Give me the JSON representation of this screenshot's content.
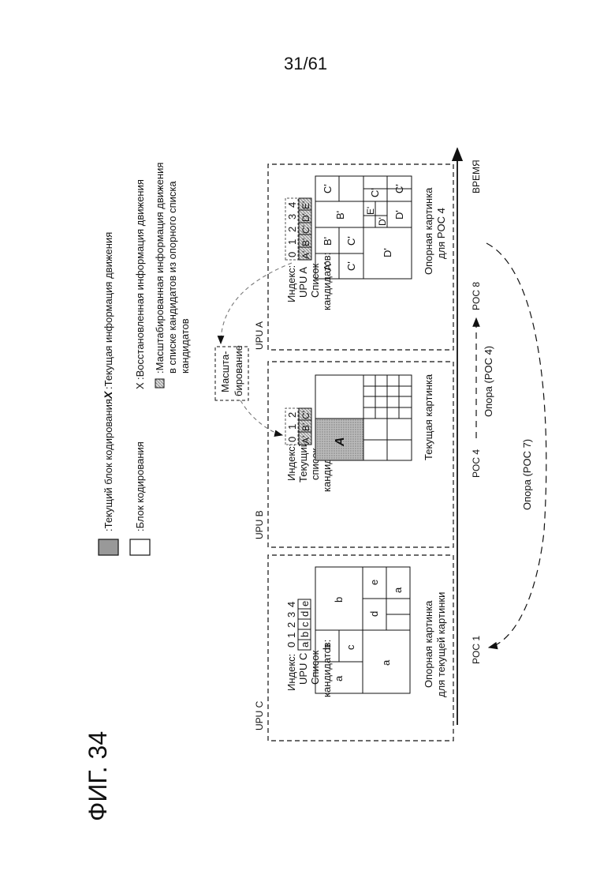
{
  "page_number": "31/61",
  "figure_title": "ФИГ. 34",
  "legend": {
    "current_block": ":Текущий блок кодирования",
    "current_motion_symbol": "X",
    "current_motion": ":Текущая информация движения",
    "coding_block": ":Блок кодирования",
    "restored_symbol": "X",
    "restored_motion": ":Восстановленная информация движения",
    "scaled_line1": ":Масштабированная информация движения",
    "scaled_line2": "в списке кандидатов из опорного списка",
    "scaled_line3": "кандидатов"
  },
  "scaling": {
    "line1": "Масшта-",
    "line2": "бирование"
  },
  "axis": {
    "time_label": "ВРЕМЯ",
    "poc1": "POC 1",
    "poc4": "POC 4",
    "poc8": "POC 8",
    "ref_poc4": "Опора (POC 4)",
    "ref_poc7": "Опора (POC 7)"
  },
  "upu_c": {
    "name": "UPU C",
    "label_index": "Индекс:",
    "label_unit": "UPU C",
    "label_list1": "Список",
    "label_list2": "кандидатов:",
    "indices": [
      "0",
      "1",
      "2",
      "3",
      "4"
    ],
    "candidates": [
      "a",
      "b",
      "c",
      "d",
      "e"
    ],
    "cells": [
      "a",
      "b",
      "c",
      "b",
      "a",
      "d",
      "e",
      "a"
    ],
    "caption1": "Опорная картинка",
    "caption2": "для текущей картинки"
  },
  "upu_b": {
    "name": "UPU B",
    "label_index": "Индекс:",
    "label_unit1": "Текущий",
    "label_unit2": "список",
    "label_list2": "кандидатов:",
    "indices": [
      "0",
      "1",
      "2"
    ],
    "candidates": [
      "A'",
      "B'",
      "C'"
    ],
    "current_block": "A",
    "caption": "Текущая картинка"
  },
  "upu_a": {
    "name": "UPU A",
    "label_index": "Индекс:",
    "label_unit": "UPU A",
    "label_list1": "Список",
    "label_list2": "кандидатов:",
    "indices": [
      "0",
      "1",
      "2",
      "3",
      "4"
    ],
    "candidates": [
      "A'",
      "B'",
      "C'",
      "D'",
      "E'"
    ],
    "cells": [
      "A'",
      "B'",
      "C'",
      "C'",
      "C'",
      "B'",
      "D'",
      "E'",
      "D'",
      "C'",
      "D'",
      "C'"
    ],
    "caption1": "Опорная картинка",
    "caption2": "для POC 4"
  }
}
